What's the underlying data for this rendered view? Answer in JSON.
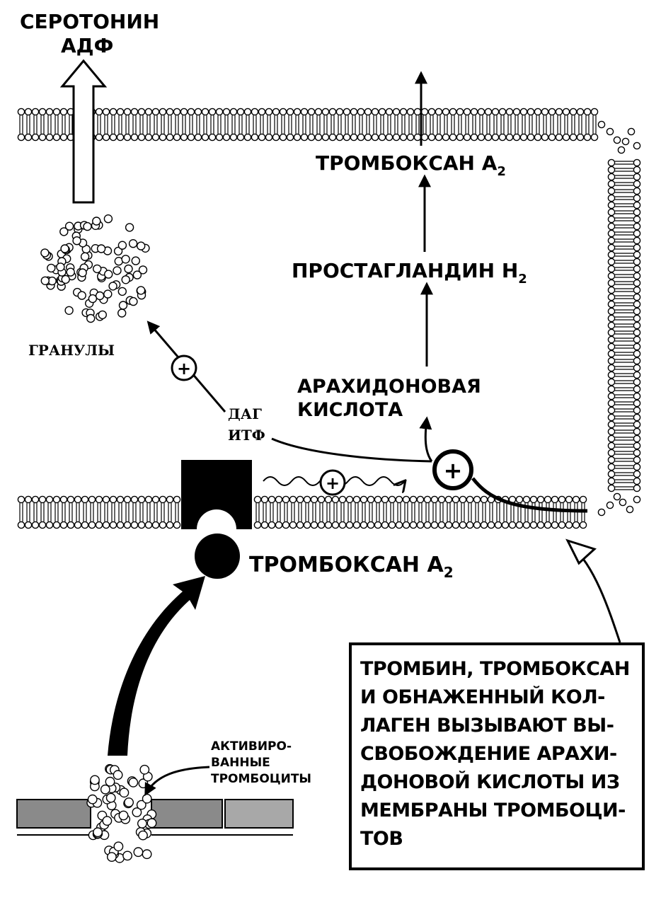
{
  "labels": {
    "serotonin": "СЕРОТОНИН",
    "adp": "АДФ",
    "thromboxane_top": "ТРОМБОКСАН А",
    "thromboxane_top_sub": "2",
    "prostaglandin": "ПРОСТАГЛАНДИН Н",
    "prostaglandin_sub": "2",
    "arachidonic_1": "АРАХИДОНОВАЯ",
    "arachidonic_2": "КИСЛОТА",
    "granules": "ГРАНУЛЫ",
    "dag": "ДАГ",
    "itf": "ИТФ",
    "plus": "+",
    "thromboxane_receptor": "ТРОМБОКСАН А",
    "thromboxane_receptor_sub": "2",
    "activated_1": "АКТИВИРО-",
    "activated_2": "ВАННЫЕ",
    "activated_3": "ТРОМБОЦИТЫ"
  },
  "caption": "ТРОМБИН, ТРОМБОКСАН\nИ ОБНАЖЕННЫЙ КОЛ-\nЛАГЕН ВЫЗЫВАЮТ ВЫ-\nСВОБОЖДЕНИЕ АРАХИ-\nДОНОВОЙ КИСЛОТЫ ИЗ\nМЕМБРАНЫ ТРОМБОЦИ-\nТОВ"
}
